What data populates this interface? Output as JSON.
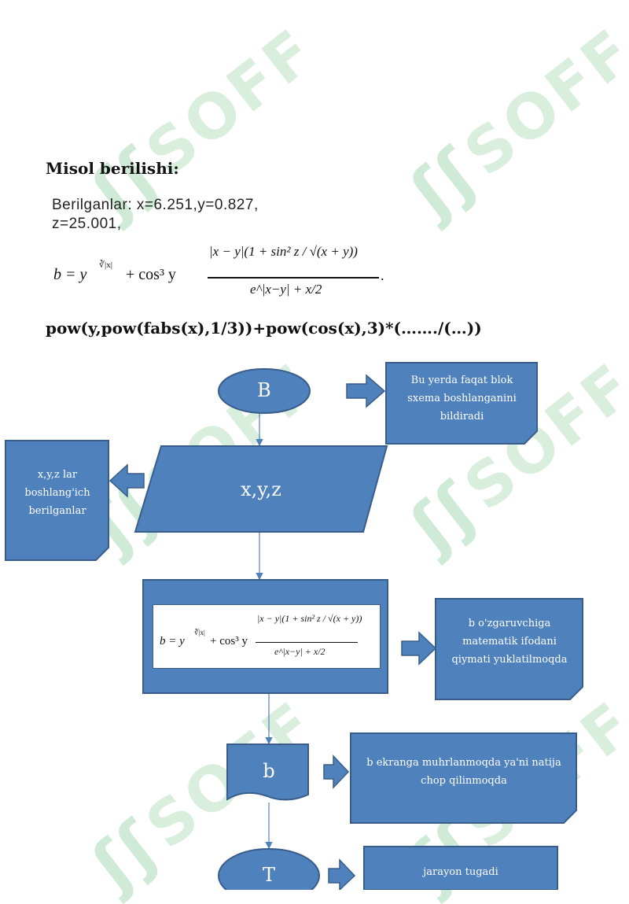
{
  "watermark": "SOFF",
  "heading": "Misol berilishi:",
  "given": {
    "line1": "Berilganlar: x=6.251,y=0.827,",
    "line2": "z=25.001,"
  },
  "code_line": "pow(y,pow(fabs(x),1/3))+pow(cos(x),3)*(……./(…))",
  "formula": {
    "lhs": "b = y",
    "root_exp": "∛|x|",
    "plus_cos": "+ cos³ y",
    "numerator": "|x − y|(1 + sin² z / √(x + y))",
    "denominator": "e^|x−y| + x/2"
  },
  "flow": {
    "start_label": "B",
    "start_note": "Bu yerda faqat blok sxema boshlanganini bildiradi",
    "input_label": "x,y,z",
    "input_note": "x,y,z lar boshlang'ich berilganlar",
    "process_note": "b o'zgaruvchiga matematik ifodani qiymati yuklatilmoqda",
    "output_label": "b",
    "output_note": "b ekranga muhrlanmoqda ya'ni natija chop qilinmoqda",
    "end_label": "T",
    "end_note": "jarayon tugadi"
  },
  "colors": {
    "shape_fill": "#4f81bd",
    "shape_border": "#385d8a",
    "watermark": "#d4ecd9"
  }
}
